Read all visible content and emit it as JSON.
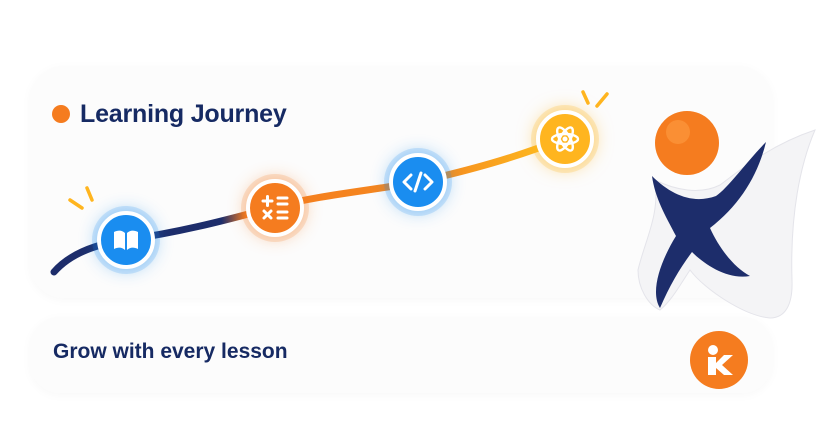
{
  "header": {
    "title": "Learning Journey"
  },
  "footer": {
    "tagline": "Grow with every lesson"
  },
  "colors": {
    "navy": "#162a63",
    "orange": "#f57c1f",
    "blue": "#1a8df0",
    "yellow": "#ffb51f"
  },
  "milestones": [
    {
      "icon": "book-icon",
      "color": "blue"
    },
    {
      "icon": "calculator-icon",
      "color": "orange"
    },
    {
      "icon": "code-icon",
      "color": "blue"
    },
    {
      "icon": "atom-icon",
      "color": "yellow"
    }
  ],
  "mascot": {
    "icon": "mascot-k-figure"
  },
  "brand": {
    "icon": "k-logo-badge-icon"
  }
}
